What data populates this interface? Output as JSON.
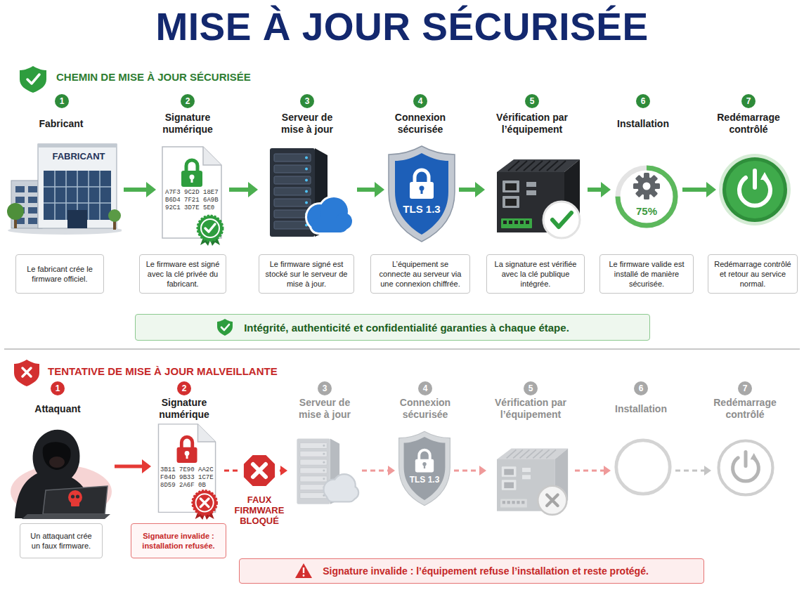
{
  "diagram": {
    "title": "MISE À JOUR SÉCURISÉE",
    "nodes": [
      {
        "text": [
          "Fabricant",
          "FABRICANT"
        ]
      },
      {
        "text": [
          "Signature numérique",
          "A7F3 9C2D 18E7 B6D4 7F21 6A9B 92C1 3D7E 5E0"
        ]
      },
      {
        "text": [
          "Serveur de mise à jour"
        ]
      },
      {
        "text": [
          "Connexion sécurisée",
          "TLS 1.3"
        ]
      },
      {
        "text": [
          "Vérification par l’équipement"
        ]
      },
      {
        "text": [
          "Installation",
          "75%"
        ]
      },
      {
        "text": [
          "Redémarrage contrôlé"
        ]
      },
      {
        "text": [
          "Le fabricant crée le firmware officiel."
        ]
      },
      {
        "text": [
          "Le firmware est signé avec la clé privée du fabricant."
        ]
      },
      {
        "text": [
          "Le firmware signé est stocké sur le serveur de mise à jour."
        ]
      },
      {
        "text": [
          "L’équipement se connecte au serveur via une connexion chiffrée."
        ]
      },
      {
        "text": [
          "La signature est vérifiée avec la clé publique intégrée."
        ]
      },
      {
        "text": [
          "Le firmware valide est installé de manière sécurisée."
        ]
      },
      {
        "text": [
          "Redémarrage contrôlé et retour au service normal."
        ]
      },
      {
        "text": [
          "Intégrité, authenticité et confidentialité garanties à chaque étape."
        ]
      },
      {
        "text": [
          "Attaquant"
        ]
      },
      {
        "text": [
          "Signature numérique",
          "3B11 7E90 AA2C F04D 9B33 1C7E 8D59 2A6F 0B"
        ]
      },
      {
        "text": [
          "FAUX FIRMWARE BLOQUÉ"
        ]
      },
      {
        "text": [
          "Serveur de mise à jour"
        ]
      },
      {
        "text": [
          "Connexion sécurisée",
          "TLS 1.3"
        ]
      },
      {
        "text": [
          "Vérification par l’équipement"
        ]
      },
      {
        "text": [
          "Installation"
        ]
      },
      {
        "text": [
          "Redémarrage contrôlé"
        ]
      },
      {
        "text": [
          "Un attaquant crée un faux firmware."
        ]
      },
      {
        "text": [
          "Signature invalide : installation refusée."
        ]
      },
      {
        "text": [
          "Signature invalide : l’équipement refuse l’installation et reste protégé."
        ]
      }
    ],
    "edges": [
      {
        "from": 0,
        "to": 1,
        "arrow": "to"
      },
      {
        "from": 1,
        "to": 2,
        "arrow": "to"
      },
      {
        "from": 2,
        "to": 3,
        "arrow": "to"
      },
      {
        "from": 3,
        "to": 4,
        "arrow": "to"
      },
      {
        "from": 4,
        "to": 5,
        "arrow": "to"
      },
      {
        "from": 5,
        "to": 6,
        "arrow": "to"
      },
      {
        "from": 15,
        "to": 16,
        "arrow": "to"
      },
      {
        "from": 16,
        "to": 17,
        "arrow": "none"
      },
      {
        "from": 17,
        "to": 18,
        "arrow": "to"
      },
      {
        "from": 18,
        "to": 19,
        "arrow": "to"
      },
      {
        "from": 19,
        "to": 20,
        "arrow": "to"
      },
      {
        "from": 20,
        "to": 21,
        "arrow": "to"
      },
      {
        "from": 21,
        "to": 22,
        "arrow": "to"
      }
    ],
    "labels": [
      "CHEMIN DE MISE À JOUR SÉCURISÉE",
      "1",
      "2",
      "3",
      "4",
      "5",
      "6",
      "7",
      "TENTATIVE DE MISE À JOUR MALVEILLANTE",
      "1",
      "2",
      "3",
      "4",
      "5",
      "6",
      "7"
    ]
  }
}
